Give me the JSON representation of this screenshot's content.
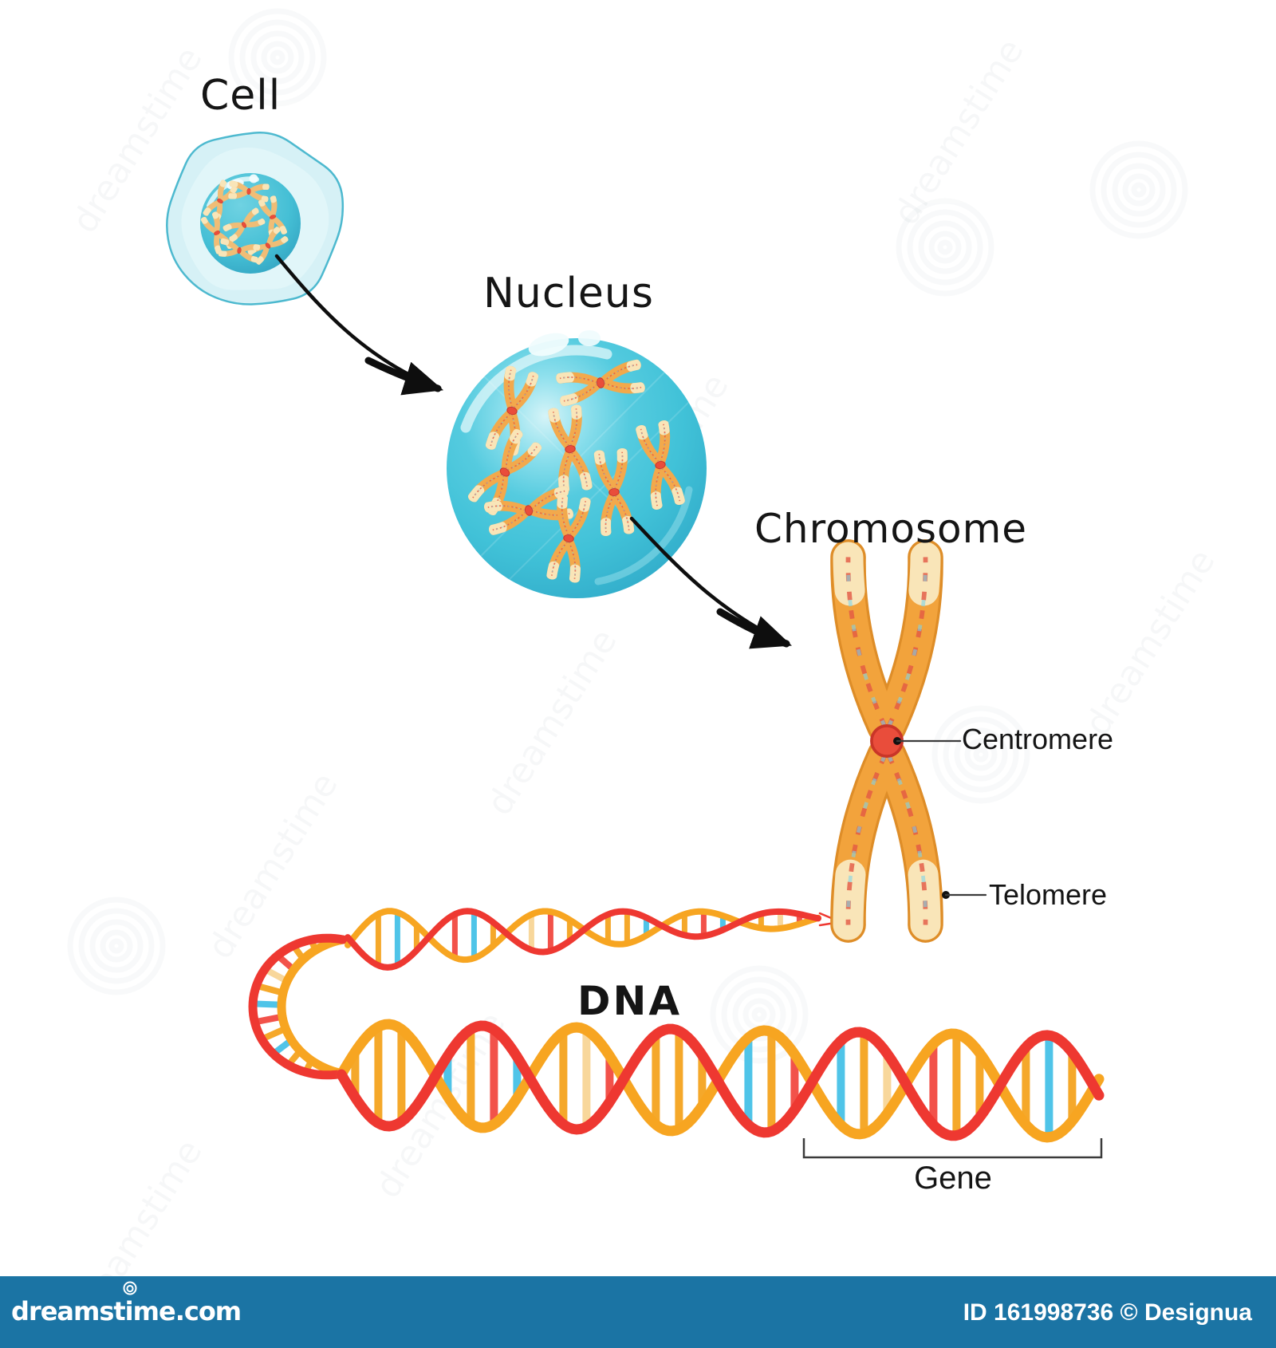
{
  "labels": {
    "cell": "Cell",
    "nucleus": "Nucleus",
    "chromosome": "Chromosome",
    "centromere": "Centromere",
    "telomere": "Telomere",
    "dna": "DNA",
    "gene": "Gene"
  },
  "diagram": {
    "type": "biology-illustration",
    "flow": [
      "Cell",
      "Nucleus",
      "Chromosome",
      "DNA",
      "Gene"
    ]
  },
  "watermark": {
    "text": "dreamstime",
    "site": "dreamstime.com",
    "credit": "ID 161998736 © Designua",
    "bar_color": "#1b74a4"
  },
  "colors": {
    "background": "#ffffff",
    "label_text": "#151515",
    "arrow": "#0e0e0e",
    "leader_line": "#3b3b3b",
    "cell_outer_fill": "#d6f1f6",
    "cell_outer_stroke": "#4db9cf",
    "cell_inner_hint": "#e4f7fa",
    "nucleus_main": "#41c2d8",
    "nucleus_edge": "#2ba3c2",
    "nucleus_highlight": "#d9f5f9",
    "chromosome_body": "#f2a33c",
    "chromosome_body_light": "#f2a94c",
    "chromosome_cell_mini": "#f0bd76",
    "chromosome_outline": "#de8d28",
    "chromosome_tip": "#f9e5b8",
    "chromosome_squiggle": "#e25843",
    "chromosome_squiggle2": "#7fd4e8",
    "centromere_fill": "#e94d3b",
    "centromere_stroke": "#c93528",
    "dna_strand_red": "#ee3831",
    "dna_strand_orange": "#f7a521",
    "dna_rung_cycle": [
      "#f5a82a",
      "#f5a82a",
      "#4fc4e8",
      "#f5a82a",
      "#f2524a",
      "#4fc4e8",
      "#f5a82a",
      "#f8d79b",
      "#f2524a",
      "#f5a82a"
    ],
    "watermark_bar": "#1b74a4",
    "watermark_text": "#6b7d8a"
  }
}
